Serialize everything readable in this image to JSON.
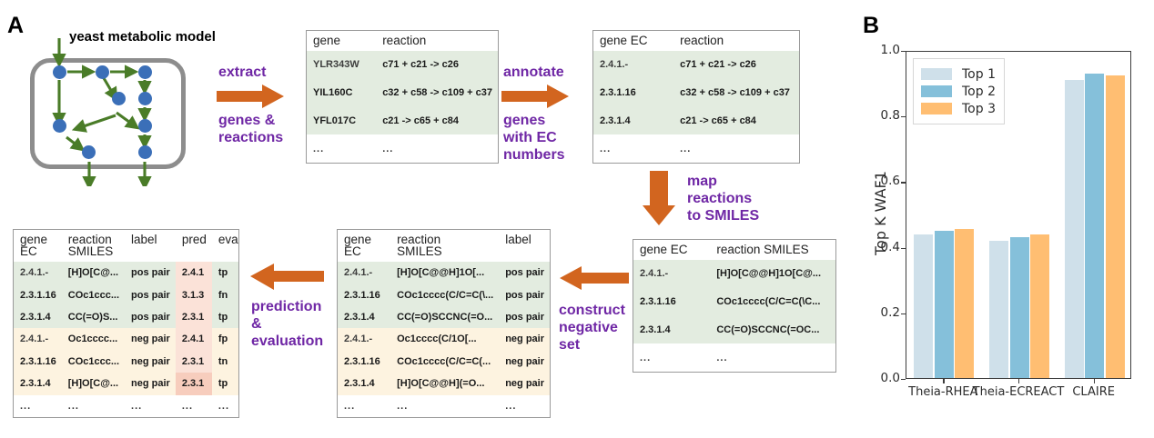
{
  "panels": {
    "a_letter": "A",
    "b_letter": "B"
  },
  "diagram": {
    "model_title": "yeast metabolic model",
    "steps": {
      "extract": "extract",
      "extract_sub": "genes &\nreactions",
      "annotate": "annotate",
      "annotate_sub": "genes\nwith EC\nnumbers",
      "map": "map\nreactions\nto SMILES",
      "construct": "construct\nnegative\nset",
      "predict": "prediction\n&\nevaluation"
    },
    "colors": {
      "purple": "#6f27a5",
      "orange": "#d2651f",
      "node_blue": "#3b6fb8",
      "arrow_green": "#4a7c28",
      "cell_gray": "#8d8d8d",
      "row_green": "#e3ece0",
      "row_cream": "#fdf3e0",
      "pred_pink": "#fbe2d8"
    },
    "ellipsis": "..."
  },
  "tables": {
    "gene_reaction": {
      "headers": [
        "gene",
        "reaction"
      ],
      "rows": [
        [
          "YLR343W",
          "c71 + c21 -> c26"
        ],
        [
          "YIL160C",
          "c32 + c58 -> c109 + c37"
        ],
        [
          "YFL017C",
          "c21 -> c65 + c84"
        ]
      ]
    },
    "ec_reaction": {
      "headers": [
        "gene EC",
        "reaction"
      ],
      "rows": [
        [
          "2.4.1.-",
          "c71 + c21 -> c26"
        ],
        [
          "2.3.1.16",
          "c32 + c58 -> c109 + c37"
        ],
        [
          "2.3.1.4",
          "c21 -> c65 + c84"
        ]
      ]
    },
    "ec_smiles": {
      "headers": [
        "gene EC",
        "reaction SMILES"
      ],
      "rows": [
        [
          "2.4.1.-",
          "[H]O[C@@H]1O[C@..."
        ],
        [
          "2.3.1.16",
          "COc1cccc(C/C=C(\\C..."
        ],
        [
          "2.3.1.4",
          "CC(=O)SCCNC(=OC..."
        ]
      ]
    },
    "labeled_pairs": {
      "headers": [
        "gene\nEC",
        "reaction\nSMILES",
        "label"
      ],
      "rows": [
        [
          "2.4.1.-",
          "[H]O[C@@H]1O[...",
          "pos pair",
          "pos"
        ],
        [
          "2.3.1.16",
          "COc1cccc(C/C=C(\\...",
          "pos pair",
          "pos"
        ],
        [
          "2.3.1.4",
          "CC(=O)SCCNC(=O...",
          "pos pair",
          "pos"
        ],
        [
          "2.4.1.-",
          "Oc1cccc(C/1O[...",
          "neg pair",
          "neg"
        ],
        [
          "2.3.1.16",
          "COc1cccc(C/C=C(...",
          "neg pair",
          "neg"
        ],
        [
          "2.3.1.4",
          "[H]O[C@@H](=O...",
          "neg pair",
          "neg"
        ]
      ]
    },
    "evaluation": {
      "headers": [
        "gene\nEC",
        "reaction\nSMILES",
        "label",
        "pred",
        "eval"
      ],
      "rows": [
        [
          "2.4.1.-",
          "[H]O[C@...",
          "pos pair",
          "2.4.1",
          "tp",
          "pos",
          false
        ],
        [
          "2.3.1.16",
          "COc1ccc...",
          "pos pair",
          "3.1.3",
          "fn",
          "pos",
          false
        ],
        [
          "2.3.1.4",
          "CC(=O)S...",
          "pos pair",
          "2.3.1",
          "tp",
          "pos",
          false
        ],
        [
          "2.4.1.-",
          "Oc1cccc...",
          "neg pair",
          "2.4.1",
          "fp",
          "neg",
          false
        ],
        [
          "2.3.1.16",
          "COc1ccc...",
          "neg pair",
          "2.3.1",
          "tn",
          "neg",
          false
        ],
        [
          "2.3.1.4",
          "[H]O[C@...",
          "neg pair",
          "2.3.1",
          "tp",
          "neg",
          true
        ]
      ]
    }
  },
  "chart_data": {
    "type": "bar",
    "title": "",
    "xlabel": "",
    "ylabel": "Top K WAF1",
    "categories": [
      "Theia-RHEA",
      "Theia-ECREACT",
      "CLAIRE"
    ],
    "series": [
      {
        "name": "Top 1",
        "color": "#cfe0ea",
        "values": [
          0.438,
          0.417,
          0.91
        ]
      },
      {
        "name": "Top 2",
        "color": "#85c0da",
        "values": [
          0.45,
          0.429,
          0.928
        ]
      },
      {
        "name": "Top 3",
        "color": "#ffbe72",
        "values": [
          0.455,
          0.438,
          0.923
        ]
      }
    ],
    "ylim": [
      0.0,
      1.0
    ],
    "yticks": [
      "0.0",
      "0.2",
      "0.4",
      "0.6",
      "0.8",
      "1.0"
    ],
    "ytick_values": [
      0.0,
      0.2,
      0.4,
      0.6,
      0.8,
      1.0
    ],
    "grid": false,
    "legend_position": "upper left"
  }
}
